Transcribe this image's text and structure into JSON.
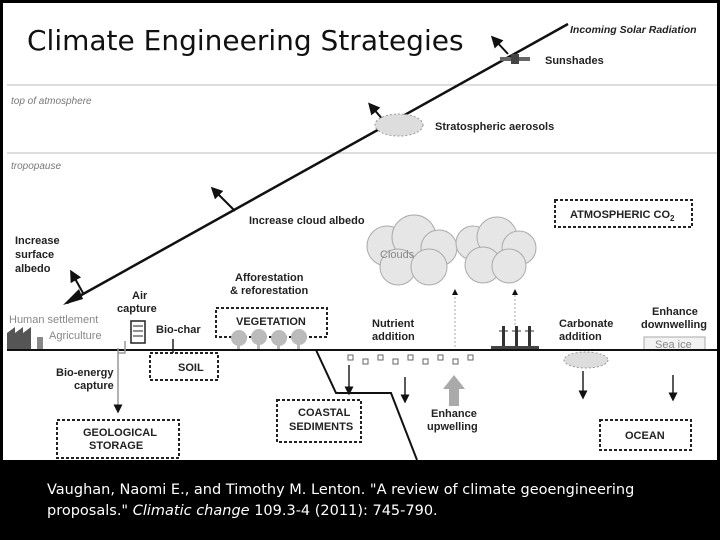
{
  "title": "Climate Engineering Strategies",
  "citation": {
    "authors": "Vaughan, Naomi E., and Timothy M. Lenton. \"A review of climate geoengineering proposals.\"",
    "journal": "Climatic change",
    "details": "109.3-4 (2011): 745-790."
  },
  "diagram": {
    "incoming_label": "Incoming Solar Radiation",
    "sunshades": "Sunshades",
    "top_of_atmosphere": "top of atmosphere",
    "stratospheric_aerosols": "Stratospheric aerosols",
    "tropopause": "tropopause",
    "increase_cloud_albedo": "Increase cloud albedo",
    "atmospheric_co2": "ATMOSPHERIC CO",
    "co2_sub": "2",
    "increase_surface_albedo": [
      "Increase",
      "surface",
      "albedo"
    ],
    "clouds": "Clouds",
    "afforestation": [
      "Afforestation",
      "& reforestation"
    ],
    "air_capture": [
      "Air",
      "capture"
    ],
    "vegetation": "VEGETATION",
    "bio_char": "Bio-char",
    "human_settlement": "Human settlement",
    "agriculture": "Agriculture",
    "nutrient_addition": [
      "Nutrient",
      "addition"
    ],
    "carbonate_addition": [
      "Carbonate",
      "addition"
    ],
    "enhance_downwelling": [
      "Enhance",
      "downwelling"
    ],
    "sea_ice": "Sea ice",
    "soil": "SOIL",
    "bio_energy_capture": [
      "Bio-energy",
      "capture"
    ],
    "coastal_sediments": [
      "COASTAL",
      "SEDIMENTS"
    ],
    "enhance_upwelling": [
      "Enhance",
      "upwelling"
    ],
    "geological_storage": [
      "GEOLOGICAL",
      "STORAGE"
    ],
    "ocean": "OCEAN"
  }
}
